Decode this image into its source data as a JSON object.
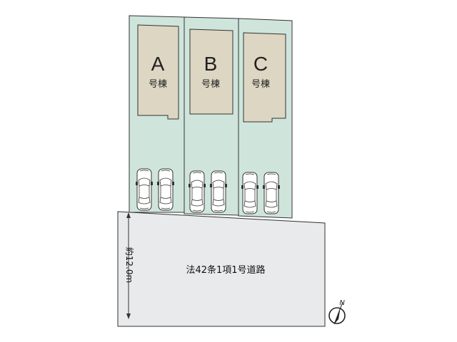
{
  "lots": [
    {
      "letter": "A",
      "sub": "号棟"
    },
    {
      "letter": "B",
      "sub": "号棟"
    },
    {
      "letter": "C",
      "sub": "号棟"
    }
  ],
  "road": {
    "label": "法42条1項1号道路"
  },
  "dimension": {
    "label": "約12.0m"
  },
  "north": {
    "label": "N"
  },
  "colors": {
    "lot_fill": "#cfe5dc",
    "house_fill": "#dcd6c2",
    "road_fill": "#e9eaec",
    "outline": "#333333"
  }
}
